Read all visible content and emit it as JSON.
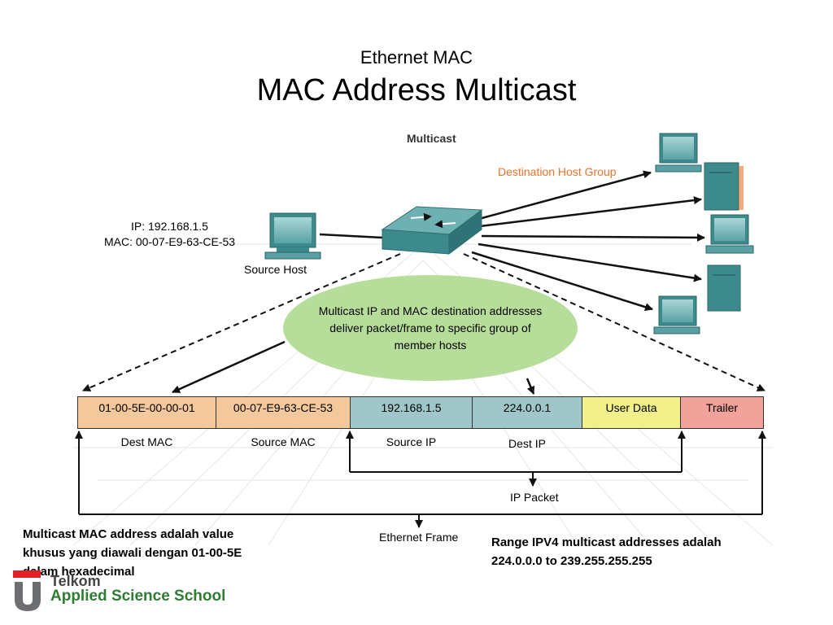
{
  "slide": {
    "supertitle": "Ethernet MAC",
    "title": "MAC Address Multicast"
  },
  "diagram": {
    "heading": "Multicast",
    "destination_group_label": "Destination Host Group",
    "source_ip_line": "IP: 192.168.1.5",
    "source_mac_line": "MAC: 00-07-E9-63-CE-53",
    "source_host_label": "Source Host",
    "bubble_text": "Multicast IP and MAC destination addresses deliver packet/frame to specific group of member hosts",
    "frame_fields": [
      {
        "value": "01-00-5E-00-00-01",
        "name": "Dest MAC",
        "color": "#f3c89b"
      },
      {
        "value": "00-07-E9-63-CE-53",
        "name": "Source MAC",
        "color": "#f3c89b"
      },
      {
        "value": "192.168.1.5",
        "name": "Source IP",
        "color": "#9fc6c8"
      },
      {
        "value": "224.0.0.1",
        "name": "Dest IP",
        "color": "#9fc6c8"
      },
      {
        "value": "User Data",
        "name": "",
        "color": "#f2f08a"
      },
      {
        "value": "Trailer",
        "name": "",
        "color": "#f0a29b"
      }
    ],
    "ip_packet_label": "IP Packet",
    "ethernet_frame_label": "Ethernet Frame",
    "accent_color": "#e8732c",
    "device_color": "#3d8a8d"
  },
  "notes": {
    "left": "Multicast MAC address adalah value khusus yang diawali dengan 01-00-5E dalam hexadecimal",
    "right": "Range IPV4 multicast addresses adalah 224.0.0.0 to 239.255.255.255"
  },
  "logo": {
    "brand": "Telkom",
    "school": "Applied Science School"
  }
}
